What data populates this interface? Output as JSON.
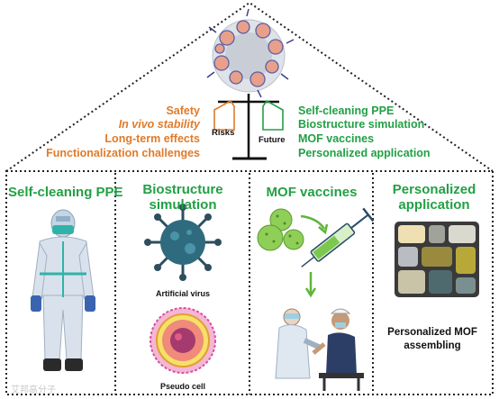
{
  "roof": {
    "risks": [
      "Safety",
      "In vivo stability",
      "Long-term effects",
      "Functionalization challenges"
    ],
    "future": [
      "Self-cleaning PPE",
      "Biostructure simulation",
      "MOF vaccines",
      "Personalized application"
    ],
    "scale_left": "Risks",
    "scale_right": "Future"
  },
  "panels": [
    {
      "title": "Self-cleaning PPE"
    },
    {
      "title": "Biostructure simulation"
    },
    {
      "title": "MOF vaccines"
    },
    {
      "title": "Personalized application"
    }
  ],
  "captions": {
    "artificial_virus": "Artificial virus",
    "pseudo_cell": "Pseudo cell",
    "personalized": "Personalized MOF assembling"
  },
  "watermark": "艾邦高分子",
  "colors": {
    "risk_text": "#e07b2a",
    "future_text": "#22a045",
    "panel_title": "#22a045",
    "dotted_border": "#222222"
  }
}
